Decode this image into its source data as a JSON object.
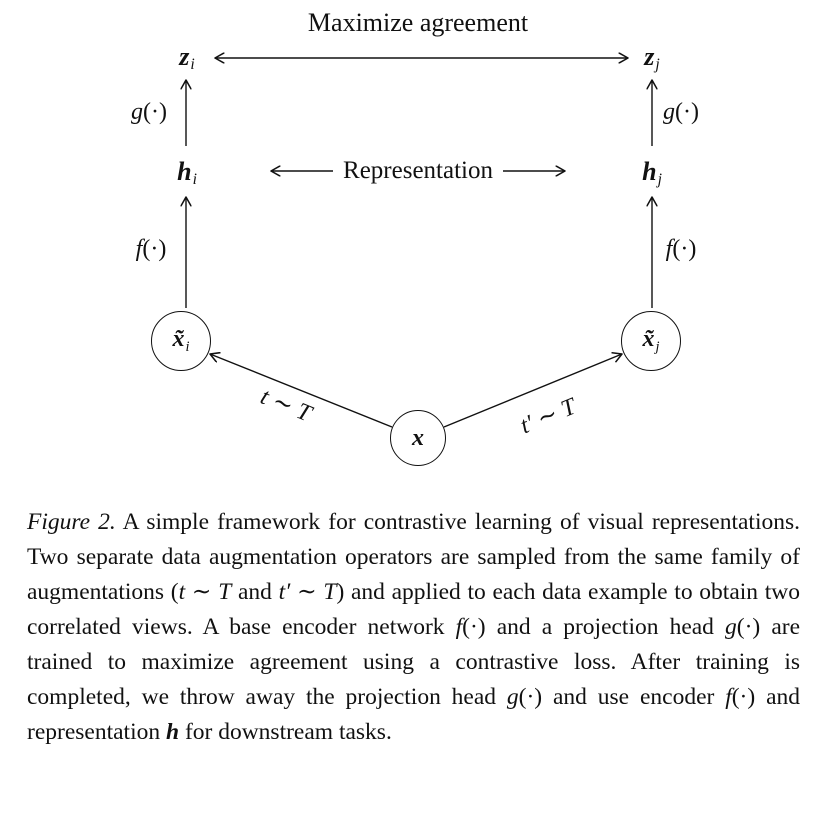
{
  "diagram": {
    "maximize_agreement": "Maximize agreement",
    "representation": "Representation",
    "g_head": {
      "var": "g",
      "args": "(·)"
    },
    "f_head": {
      "var": "f",
      "args": "(·)"
    },
    "t_left": {
      "var": "t",
      "op": " ∼ ",
      "family": "T"
    },
    "t_right": {
      "var": "t′",
      "op": " ∼ ",
      "family": "T"
    },
    "nodes": {
      "z_i": {
        "base": "z",
        "sub": "i"
      },
      "z_j": {
        "base": "z",
        "sub": "j"
      },
      "h_i": {
        "base": "h",
        "sub": "i"
      },
      "h_j": {
        "base": "h",
        "sub": "j"
      },
      "x_i": {
        "base": "x̃",
        "sub": "i"
      },
      "x_j": {
        "base": "x̃",
        "sub": "j"
      },
      "x": {
        "base": "x",
        "sub": ""
      }
    }
  },
  "caption": {
    "segments": [
      {
        "t": "Figure 2.",
        "s": "i"
      },
      {
        "t": " A simple framework for contrastive learning of visual representations. Two separate data augmentation operators are sampled from the same family of augmentations (",
        "s": "n"
      },
      {
        "t": "t",
        "s": "i"
      },
      {
        "t": " ∼ ",
        "s": "n"
      },
      {
        "t": "T",
        "s": "cal"
      },
      {
        "t": " and ",
        "s": "n"
      },
      {
        "t": "t′",
        "s": "i"
      },
      {
        "t": " ∼ ",
        "s": "n"
      },
      {
        "t": "T",
        "s": "cal"
      },
      {
        "t": ") and applied to each data example to obtain two correlated views. A base encoder network ",
        "s": "n"
      },
      {
        "t": "f",
        "s": "i"
      },
      {
        "t": "(·)",
        "s": "n"
      },
      {
        "t": " and a projection head ",
        "s": "n"
      },
      {
        "t": "g",
        "s": "i"
      },
      {
        "t": "(·)",
        "s": "n"
      },
      {
        "t": " are trained to maximize agreement using a contrastive loss. After training is completed, we throw away the projection head ",
        "s": "n"
      },
      {
        "t": "g",
        "s": "i"
      },
      {
        "t": "(·)",
        "s": "n"
      },
      {
        "t": " and use encoder ",
        "s": "n"
      },
      {
        "t": "f",
        "s": "i"
      },
      {
        "t": "(·)",
        "s": "n"
      },
      {
        "t": " and representation ",
        "s": "n"
      },
      {
        "t": "h",
        "s": "bi"
      },
      {
        "t": " for downstream tasks.",
        "s": "n"
      }
    ]
  }
}
